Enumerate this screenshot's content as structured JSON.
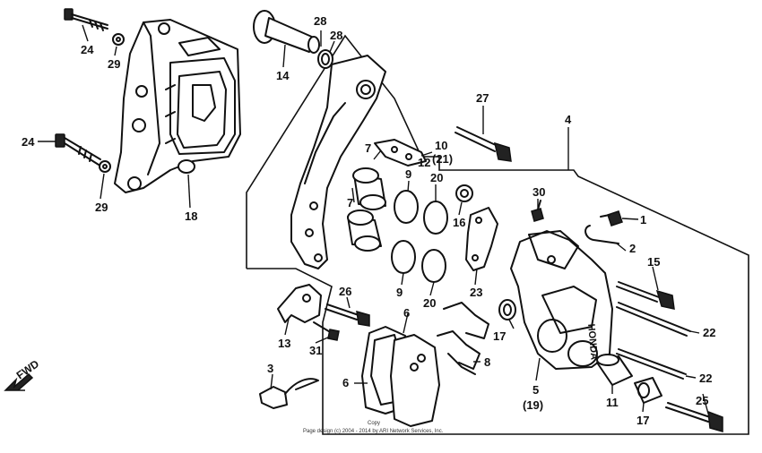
{
  "diagram": {
    "direction_label": "FWD",
    "copyright_line1": "Copy",
    "copyright_line2": "Page design (c) 2004 - 2014 by ARI Network Services, Inc.",
    "callouts": {
      "c1": "1",
      "c2": "2",
      "c3": "3",
      "c4": "4",
      "c5": "5",
      "c6a": "6",
      "c6b": "6",
      "c7a": "7",
      "c7b": "7",
      "c8": "8",
      "c9a": "9",
      "c9b": "9",
      "c10": "10",
      "c11": "11",
      "c12": "12",
      "c13": "13",
      "c14": "14",
      "c15": "15",
      "c16": "16",
      "c17a": "17",
      "c17b": "17",
      "c18": "18",
      "c19": "(19)",
      "c20a": "20",
      "c20b": "20",
      "c21": "(21)",
      "c22a": "22",
      "c22b": "22",
      "c23": "23",
      "c24a": "24",
      "c24b": "24",
      "c25": "25",
      "c26": "26",
      "c27": "27",
      "c28a": "28",
      "c28b": "28",
      "c29a": "29",
      "c29b": "29",
      "c30": "30",
      "c31": "31"
    }
  }
}
